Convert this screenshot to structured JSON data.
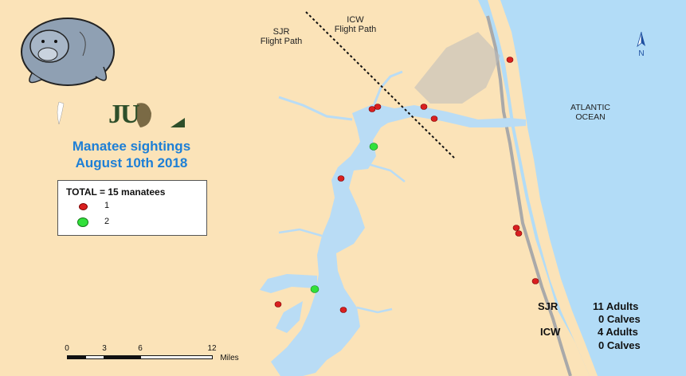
{
  "map": {
    "title_line1": "Manatee sightings",
    "title_line2": "August 10th 2018",
    "labels": {
      "sjr_flight_path_line1": "SJR",
      "sjr_flight_path_line2": "Flight Path",
      "icw_flight_path_line1": "ICW",
      "icw_flight_path_line2": "Flight Path",
      "atlantic_line1": "ATLANTIC",
      "atlantic_line2": "OCEAN",
      "north": "N"
    },
    "logo_text": "JU",
    "legend": {
      "title": "TOTAL = 15 manatees",
      "items": [
        {
          "label": "1",
          "color": "#d91f1f"
        },
        {
          "label": "2",
          "color": "#31e03a"
        }
      ]
    },
    "stats": {
      "sjr_label": "SJR",
      "sjr_adults": "11 Adults",
      "sjr_calves": "0 Calves",
      "icw_label": "ICW",
      "icw_adults": "4 Adults",
      "icw_calves": "0 Calves"
    },
    "scale_bar": {
      "ticks": [
        "0",
        "3",
        "6",
        "12"
      ],
      "unit": "Miles"
    },
    "colors": {
      "land": "#fbe3b8",
      "water": "#b9dcf5",
      "ocean": "#b2dcf7",
      "title": "#1d7fd6",
      "sighting_one": "#d91f1f",
      "sighting_two": "#31e03a"
    }
  }
}
